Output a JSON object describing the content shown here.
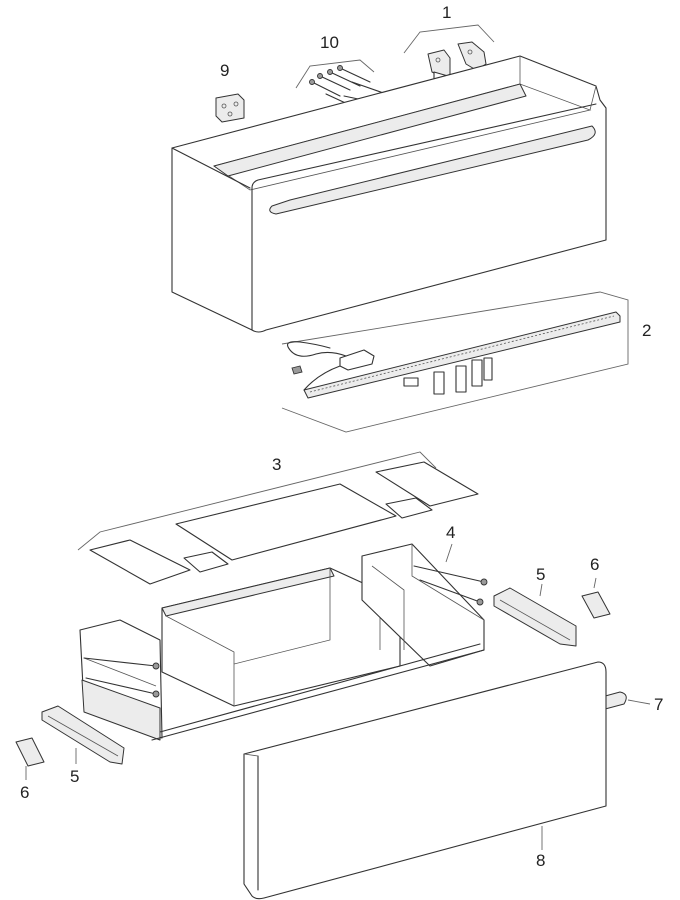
{
  "labels": {
    "l1": "1",
    "l2": "2",
    "l3": "3",
    "l4": "4",
    "l5a": "5",
    "l5b": "5",
    "l6a": "6",
    "l6b": "6",
    "l7": "7",
    "l8": "8",
    "l9": "9",
    "l10": "10"
  }
}
